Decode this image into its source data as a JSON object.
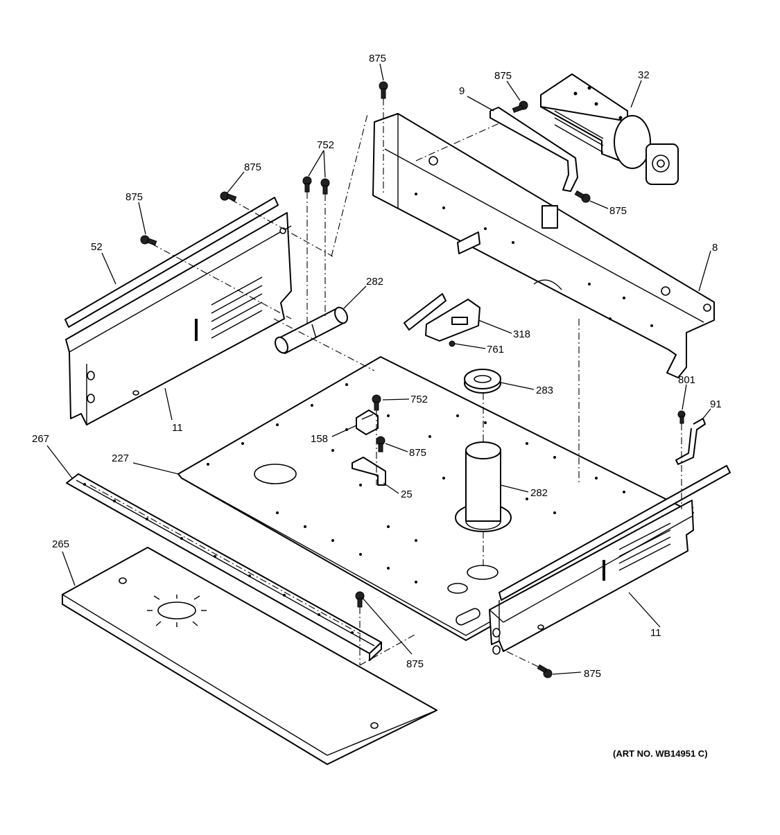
{
  "diagram": {
    "art_number": "(ART NO. WB14951 C)",
    "callouts": {
      "c875_top": "875",
      "c9": "9",
      "c875_b": "875",
      "c32": "32",
      "c752_top": "752",
      "c875_left2": "875",
      "c875_left1": "875",
      "c52": "52",
      "c875_right": "875",
      "c8": "8",
      "c282_top": "282",
      "c318": "318",
      "c761": "761",
      "c11_left": "11",
      "c283": "283",
      "c752_mid": "752",
      "c801": "801",
      "c91": "91",
      "c267": "267",
      "c158": "158",
      "c875_mid": "875",
      "c227": "227",
      "c25": "25",
      "c282_mid": "282",
      "c265": "265",
      "c11_right": "11",
      "c875_bot1": "875",
      "c875_bot2": "875"
    }
  }
}
